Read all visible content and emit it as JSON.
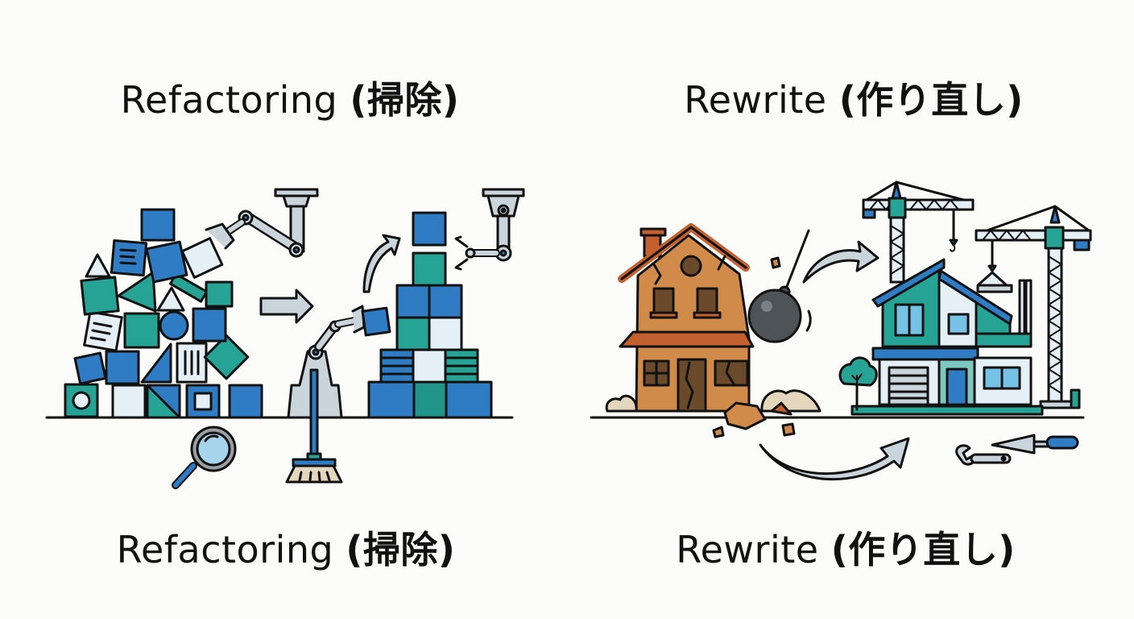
{
  "panels": [
    {
      "title_en": "Refactoring",
      "title_jp": "(掃除)",
      "caption_en": "Refactoring",
      "caption_jp": "(掃除)",
      "illustration": "robot arms sorting messy pile of blocks into a tidy stacked tower, with magnifying glass and broom",
      "icons": [
        "messy-block-pile-icon",
        "robot-arm-icon",
        "right-arrow-icon",
        "curved-arrow-icon",
        "tidy-block-tower-icon",
        "magnifying-glass-icon",
        "broom-icon"
      ]
    },
    {
      "title_en": "Rewrite",
      "title_jp": "(作り直し)",
      "caption_en": "Rewrite",
      "caption_jp": "(作り直し)",
      "illustration": "wrecking ball demolishing old cracked house, replaced by new modern house built with cranes, plus trowel and wrench",
      "icons": [
        "old-house-icon",
        "wrecking-ball-icon",
        "curved-arrow-icon",
        "crane-icon",
        "new-house-icon",
        "tree-icon",
        "trowel-icon",
        "wrench-icon"
      ]
    }
  ],
  "colors": {
    "background": "#fbfbf9",
    "blue": "#2f7bc4",
    "teal": "#26a394",
    "pale": "#e4eff6",
    "gray": "#c9d5db",
    "orange": "#d08a4a",
    "rust": "#c2602f",
    "brown": "#6b4a2b",
    "ball": "#4d5357",
    "outline": "#111111"
  }
}
